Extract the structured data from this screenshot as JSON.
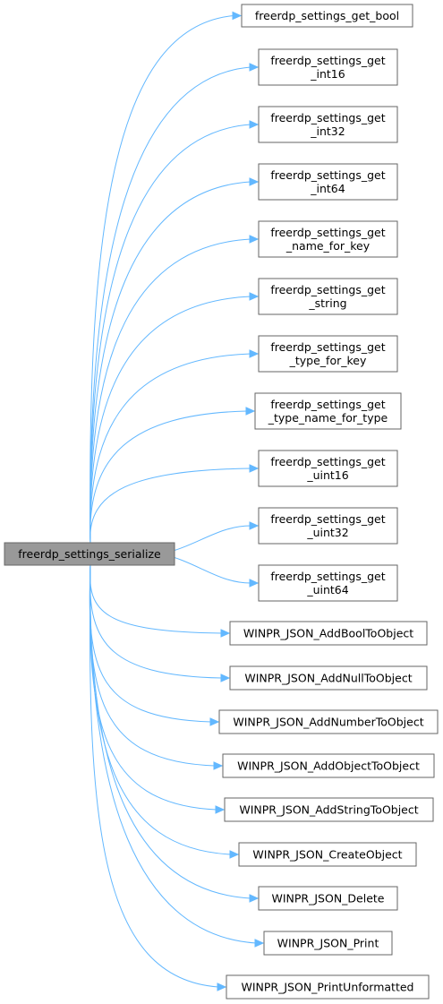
{
  "diagram": {
    "root": {
      "label": "freerdp_settings_serialize"
    },
    "callees": [
      {
        "lines": [
          "freerdp_settings_get_bool"
        ]
      },
      {
        "lines": [
          "freerdp_settings_get",
          "_int16"
        ]
      },
      {
        "lines": [
          "freerdp_settings_get",
          "_int32"
        ]
      },
      {
        "lines": [
          "freerdp_settings_get",
          "_int64"
        ]
      },
      {
        "lines": [
          "freerdp_settings_get",
          "_name_for_key"
        ]
      },
      {
        "lines": [
          "freerdp_settings_get",
          "_string"
        ]
      },
      {
        "lines": [
          "freerdp_settings_get",
          "_type_for_key"
        ]
      },
      {
        "lines": [
          "freerdp_settings_get",
          "_type_name_for_type"
        ]
      },
      {
        "lines": [
          "freerdp_settings_get",
          "_uint16"
        ]
      },
      {
        "lines": [
          "freerdp_settings_get",
          "_uint32"
        ]
      },
      {
        "lines": [
          "freerdp_settings_get",
          "_uint64"
        ]
      },
      {
        "lines": [
          "WINPR_JSON_AddBoolToObject"
        ]
      },
      {
        "lines": [
          "WINPR_JSON_AddNullToObject"
        ]
      },
      {
        "lines": [
          "WINPR_JSON_AddNumberToObject"
        ]
      },
      {
        "lines": [
          "WINPR_JSON_AddObjectToObject"
        ]
      },
      {
        "lines": [
          "WINPR_JSON_AddStringToObject"
        ]
      },
      {
        "lines": [
          "WINPR_JSON_CreateObject"
        ]
      },
      {
        "lines": [
          "WINPR_JSON_Delete"
        ]
      },
      {
        "lines": [
          "WINPR_JSON_Print"
        ]
      },
      {
        "lines": [
          "WINPR_JSON_PrintUnformatted"
        ]
      }
    ],
    "colors": {
      "edge": "#63b8ff",
      "root_fill": "#999999",
      "node_border": "#666666",
      "node_fill": "#ffffff"
    }
  }
}
